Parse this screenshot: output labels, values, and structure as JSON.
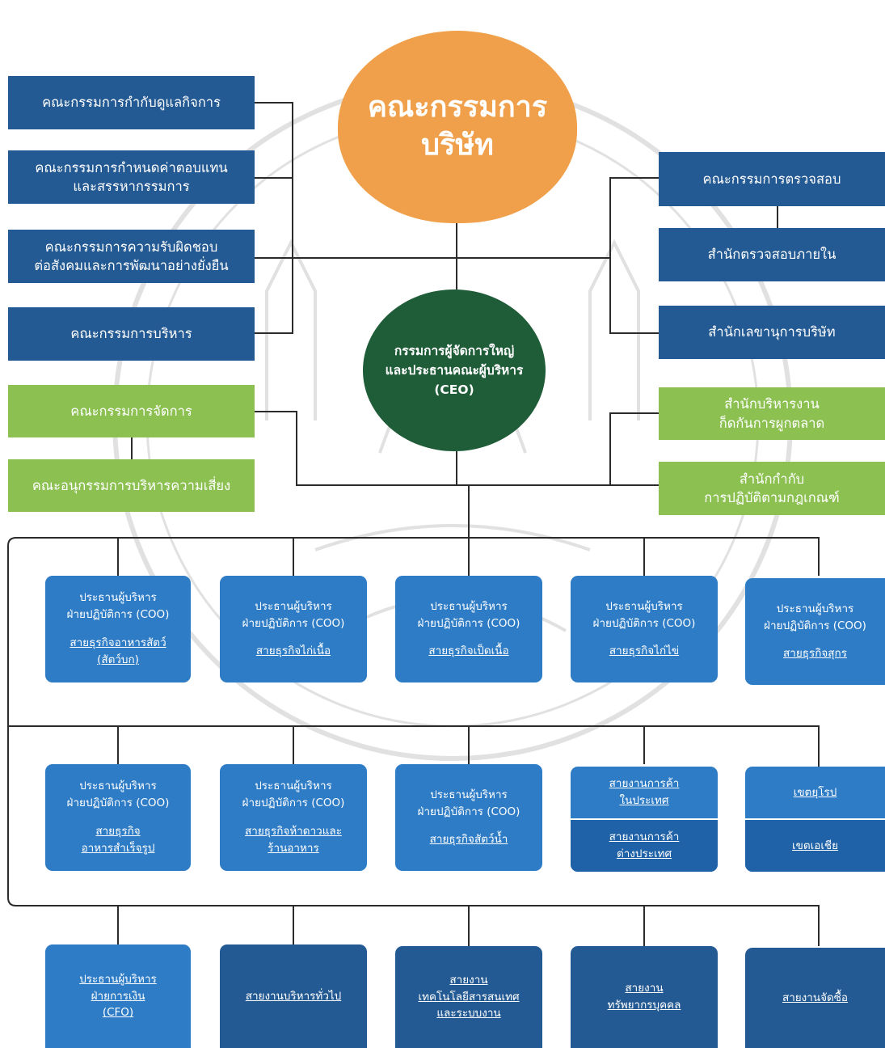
{
  "board": {
    "line1": "คณะกรรมการ",
    "line2": "บริษัท"
  },
  "ceo": {
    "line1": "กรรมการผู้จัดการใหญ่",
    "line2": "และประธานคณะผู้บริหาร",
    "line3": "(CEO)"
  },
  "left_committees": [
    {
      "lines": [
        "คณะกรรมการกำกับดูแลกิจการ"
      ]
    },
    {
      "lines": [
        "คณะกรรมการกำหนดค่าตอบแทน",
        "และสรรหากรรมการ"
      ]
    },
    {
      "lines": [
        "คณะกรรมการความรับผิดชอบ",
        "ต่อสังคมและการพัฒนาอย่างยั่งยืน"
      ]
    },
    {
      "lines": [
        "คณะกรรมการบริหาร"
      ]
    },
    {
      "lines": [
        "คณะกรรมการจัดการ"
      ]
    },
    {
      "lines": [
        "คณะอนุกรรมการบริหารความเสี่ยง"
      ]
    }
  ],
  "right_units": [
    {
      "lines": [
        "คณะกรรมการตรวจสอบ"
      ]
    },
    {
      "lines": [
        "สำนักตรวจสอบภายใน"
      ]
    },
    {
      "lines": [
        "สำนักเลขานุการบริษัท"
      ]
    },
    {
      "lines": [
        "สำนักบริหารงาน",
        "ก็ดกันการผูกตลาด"
      ]
    },
    {
      "lines": [
        "สำนักกำกับ",
        "การปฏิบัติตามกฎเกณฑ์"
      ]
    }
  ],
  "row1": [
    {
      "title": [
        "ประธานผู้บริหาร",
        "ฝ่ายปฏิบัติการ (COO)"
      ],
      "biz": [
        "สายธุรกิจอาหารสัตว์",
        "(สัตว์บก)"
      ]
    },
    {
      "title": [
        "ประธานผู้บริหาร",
        "ฝ่ายปฏิบัติการ (COO)"
      ],
      "biz": [
        "สายธุรกิจไก่เนื้อ"
      ]
    },
    {
      "title": [
        "ประธานผู้บริหาร",
        "ฝ่ายปฏิบัติการ (COO)"
      ],
      "biz": [
        "สายธุรกิจเป็ดเนื้อ"
      ]
    },
    {
      "title": [
        "ประธานผู้บริหาร",
        "ฝ่ายปฏิบัติการ (COO)"
      ],
      "biz": [
        "สายธุรกิจไก่ไข่"
      ]
    },
    {
      "title": [
        "ประธานผู้บริหาร",
        "ฝ่ายปฏิบัติการ (COO)"
      ],
      "biz": [
        "สายธุรกิจสุกร"
      ]
    }
  ],
  "row2": [
    {
      "title": [
        "ประธานผู้บริหาร",
        "ฝ่ายปฏิบัติการ (COO)"
      ],
      "biz": [
        "สายธุรกิจ",
        "อาหารสำเร็จรูป"
      ]
    },
    {
      "title": [
        "ประธานผู้บริหาร",
        "ฝ่ายปฏิบัติการ (COO)"
      ],
      "biz": [
        "สายธุรกิจห้าดาวและ",
        "ร้านอาหาร"
      ]
    },
    {
      "title": [
        "ประธานผู้บริหาร",
        "ฝ่ายปฏิบัติการ (COO)"
      ],
      "biz": [
        "สายธุรกิจสัตว์น้ำ"
      ]
    },
    {
      "top": [
        "สายงานการค้า",
        "ในประเทศ"
      ],
      "bottom": [
        "สายงานการค้า",
        "ต่างประเทศ"
      ]
    },
    {
      "top": [
        "เขตยุโรป"
      ],
      "bottom": [
        "เขตเอเชีย"
      ]
    }
  ],
  "row3": [
    {
      "lines": [
        "ประธานผู้บริหาร",
        "ฝ่ายการเงิน",
        "(CFO)"
      ]
    },
    {
      "lines": [
        "สายงานบริหารทั่วไป"
      ]
    },
    {
      "lines": [
        "สายงาน",
        "เทคโนโลยีสารสนเทศ",
        "และระบบงาน"
      ]
    },
    {
      "lines": [
        "สายงาน",
        "ทรัพยากรบุคคล"
      ]
    },
    {
      "lines": [
        "สายงานจัดซื้อ"
      ]
    }
  ],
  "colors": {
    "navy": "#245a93",
    "green": "#8cc152",
    "blue": "#2e7cc6",
    "orange": "#f0a04a",
    "dark_green": "#1f5c38"
  }
}
